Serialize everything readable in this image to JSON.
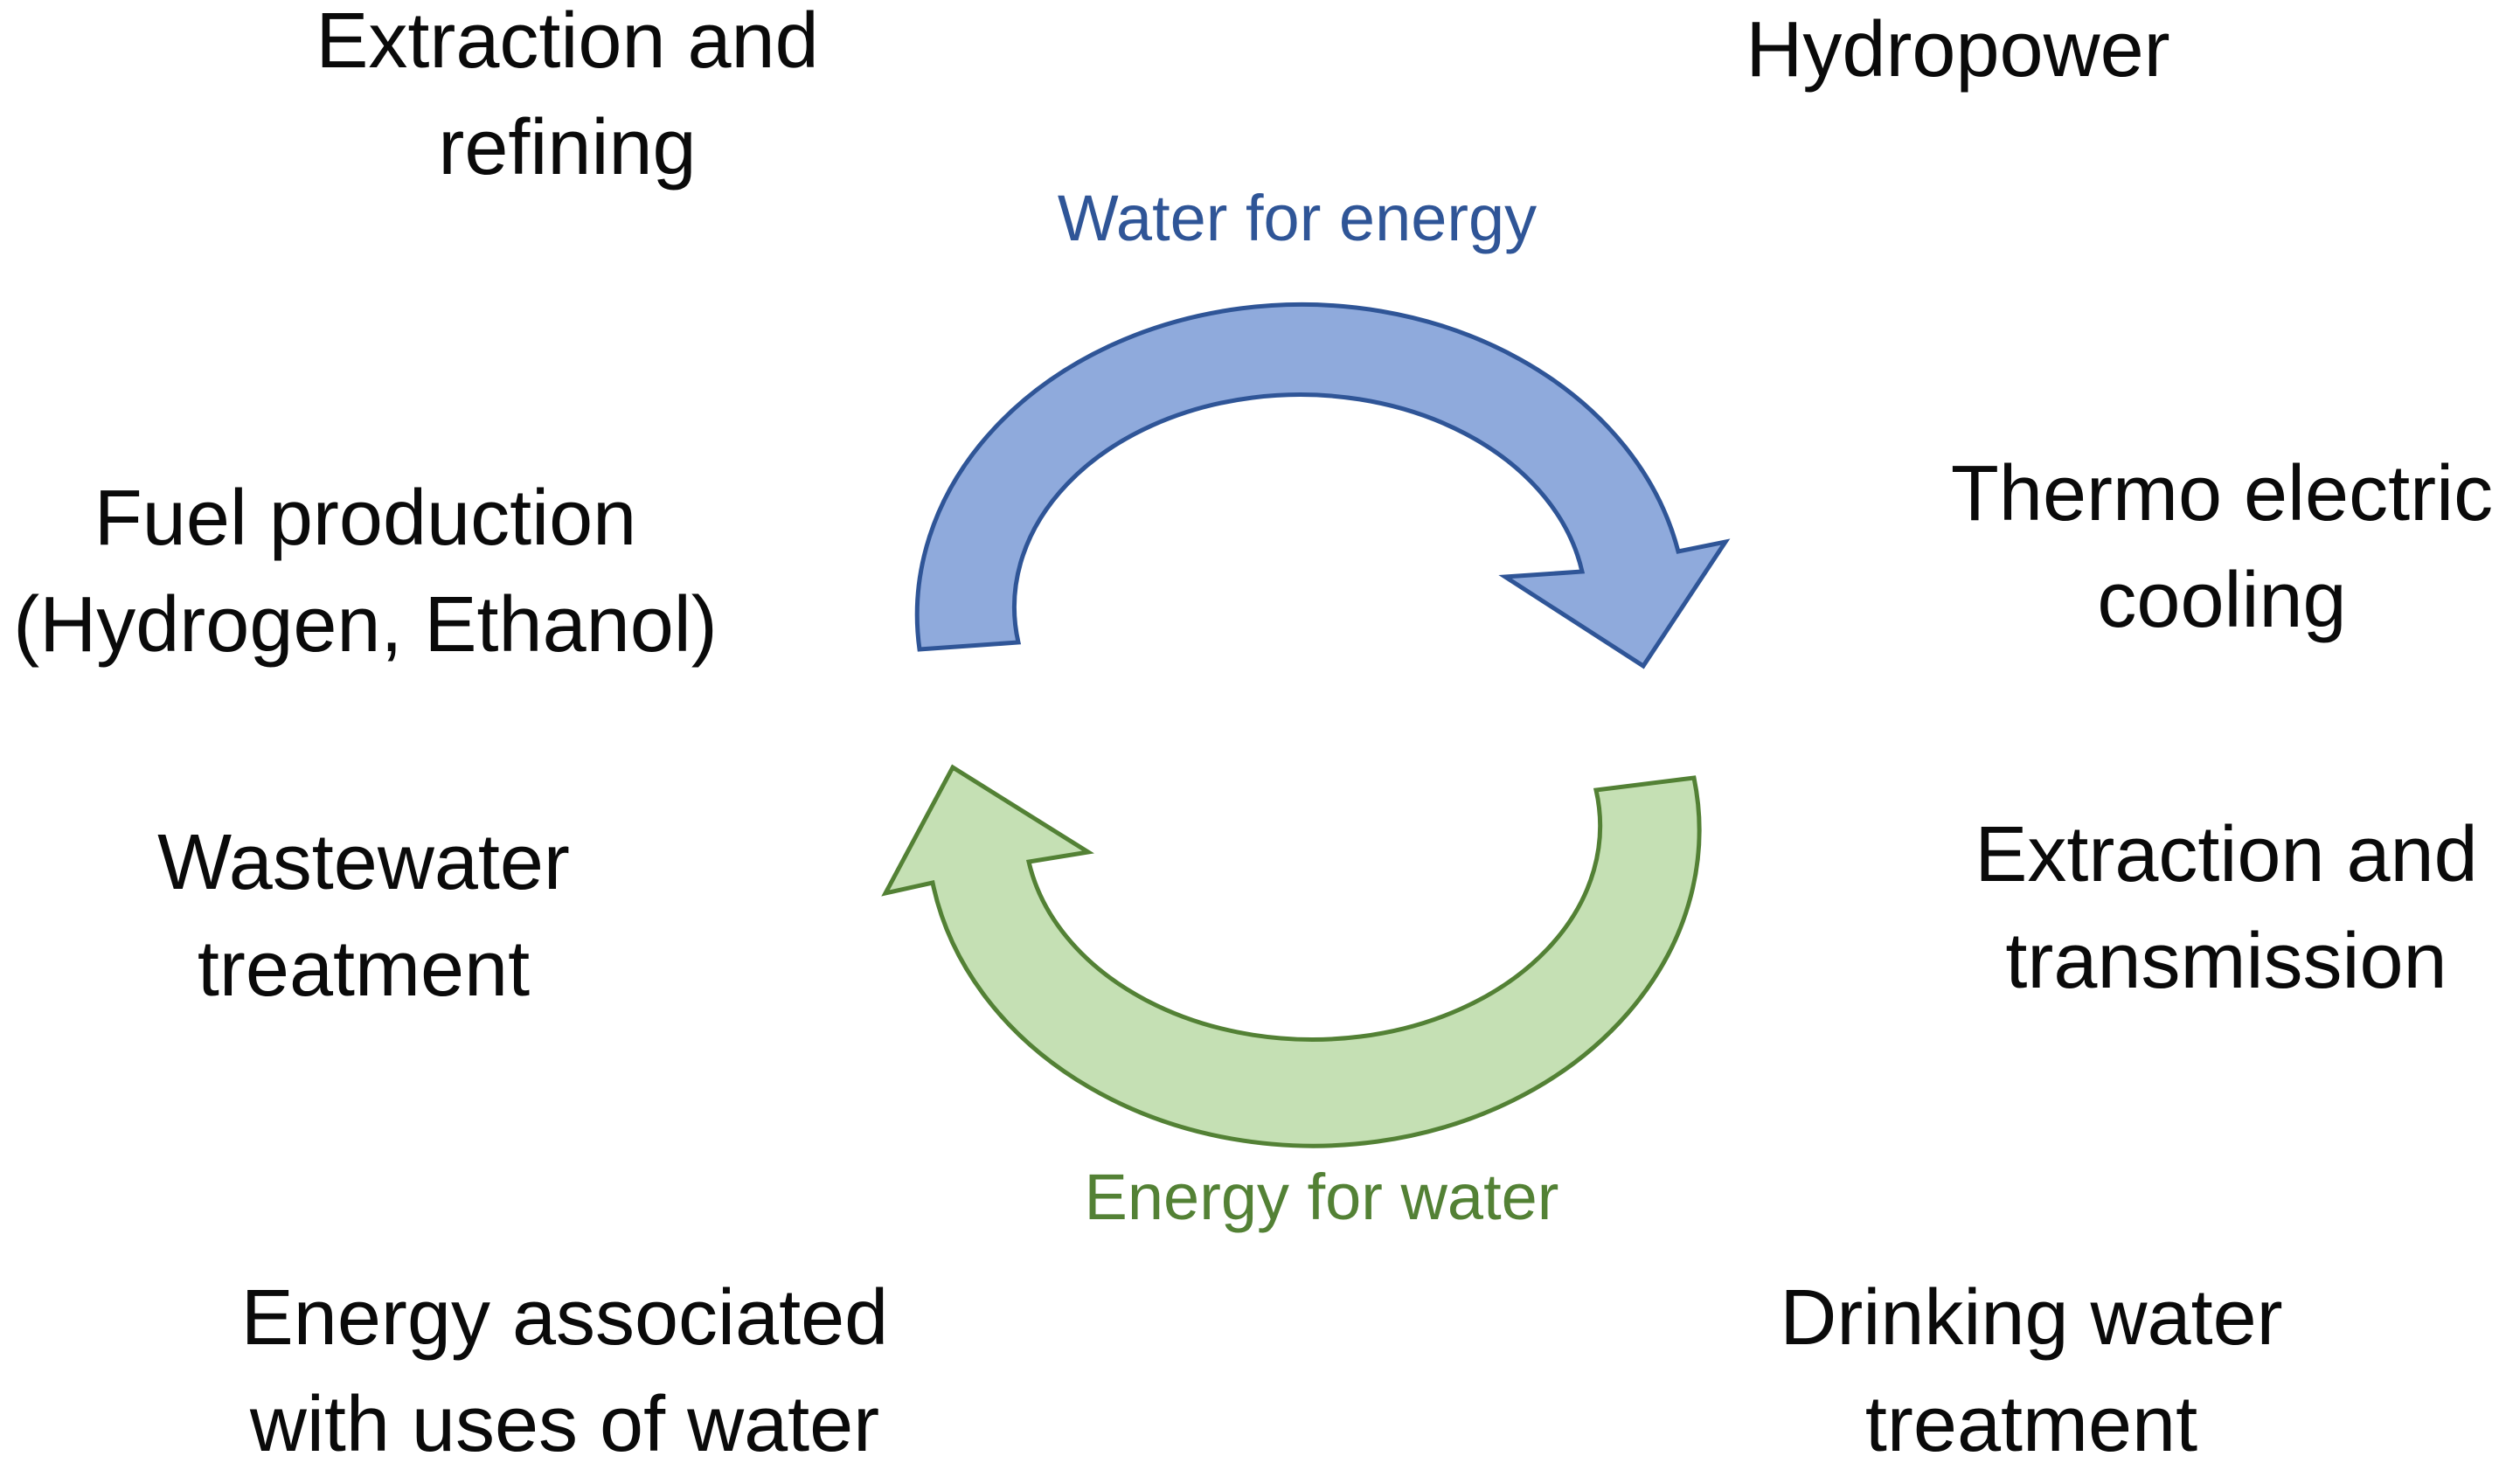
{
  "diagram": {
    "background": "#ffffff",
    "text_color": "#0a0a0a",
    "top_caption": {
      "text": "Water for energy",
      "color": "#2F5597"
    },
    "bottom_caption": {
      "text": "Energy for water",
      "color": "#538135"
    },
    "arrows": {
      "blue": {
        "fill": "#8FAADC",
        "stroke": "#2F5597"
      },
      "green": {
        "fill": "#C5E0B4",
        "stroke": "#538135"
      }
    },
    "labels": {
      "extraction_refining": {
        "line1": "Extraction and",
        "line2": "refining"
      },
      "hydropower": {
        "line1": "Hydropower"
      },
      "fuel_production": {
        "line1": "Fuel production",
        "line2": "(Hydrogen, Ethanol)"
      },
      "thermo_electric_cooling": {
        "line1": "Thermo electric",
        "line2": "cooling"
      },
      "wastewater_treatment": {
        "line1": "Wastewater",
        "line2": "treatment"
      },
      "extraction_transmission": {
        "line1": "Extraction and",
        "line2": "transmission"
      },
      "energy_associated": {
        "line1": "Energy associated",
        "line2": "with uses of water"
      },
      "drinking_water_treatment": {
        "line1": "Drinking water",
        "line2": "treatment"
      }
    }
  }
}
